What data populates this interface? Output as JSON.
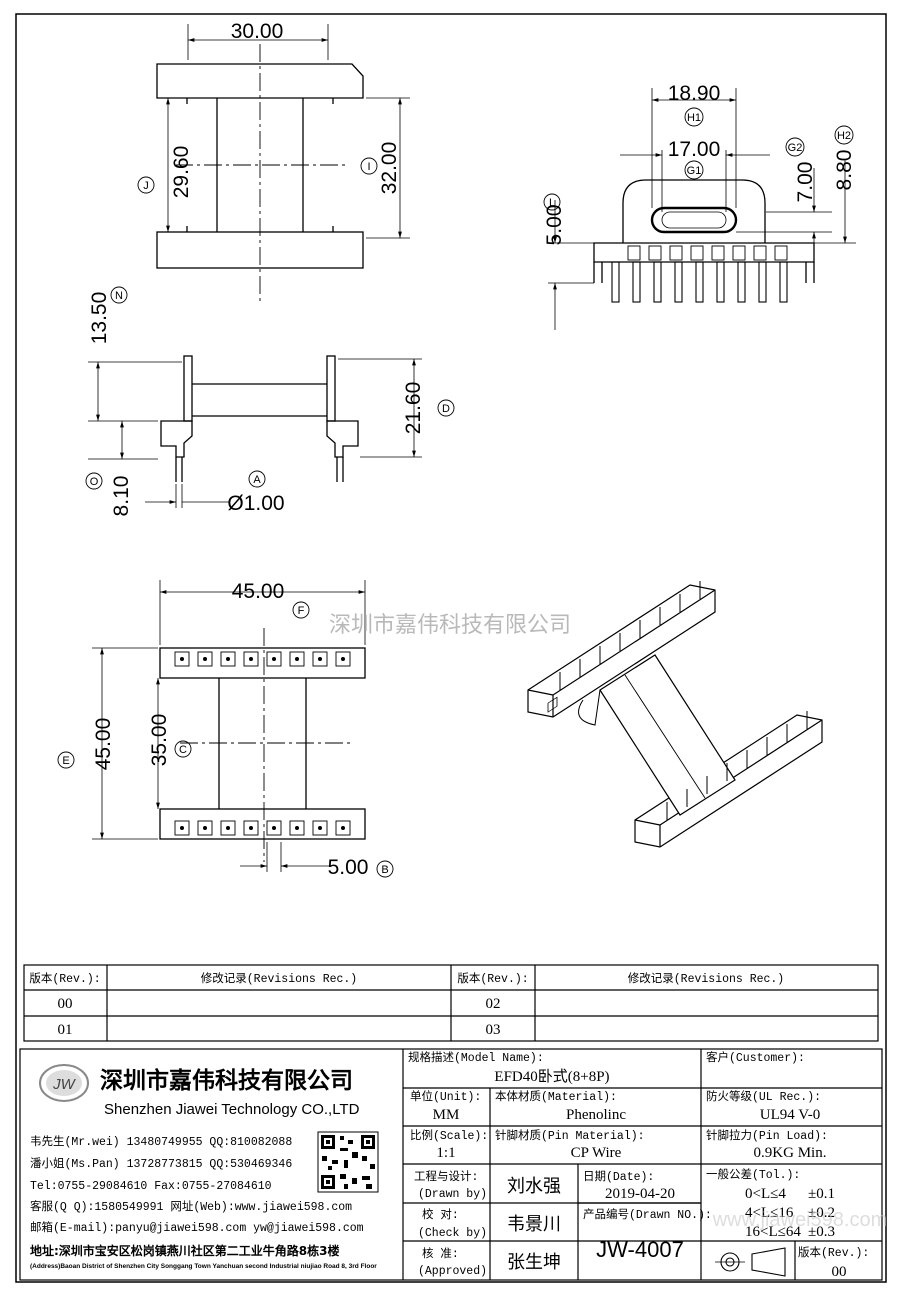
{
  "views": {
    "top": {
      "width": "30.00",
      "inner_height": "29.60",
      "outer_height": "32.00",
      "label_inner": "J",
      "label_outer": "I"
    },
    "side": {
      "height_top": "13.50",
      "label_top": "N",
      "height_total": "21.60",
      "label_total": "D",
      "pin_height": "8.10",
      "label_pin": "O",
      "pin_dia": "Ø1.00",
      "label_pin_dia": "A"
    },
    "end": {
      "outer_width": "18.90",
      "label_outer": "H1",
      "inner_width": "17.00",
      "label_inner": "G1",
      "inner_height": "7.00",
      "label_inner_h": "G2",
      "outer_height": "8.80",
      "label_outer_h": "H2",
      "base_height": "5.00",
      "label_base": "L"
    },
    "bottom": {
      "width": "45.00",
      "label_width": "F",
      "height": "45.00",
      "label_height": "E",
      "inner_height": "35.00",
      "label_inner": "C",
      "pitch": "5.00",
      "label_pitch": "B"
    }
  },
  "watermark": "深圳市嘉伟科技有限公司",
  "revisions": {
    "rev_header": "版本(Rev.):",
    "rec_header": "修改记录(Revisions Rec.)",
    "rows": [
      {
        "left": "00",
        "right": "02"
      },
      {
        "left": "01",
        "right": "03"
      }
    ]
  },
  "company": {
    "logo": "JW",
    "name_cn": "深圳市嘉伟科技有限公司",
    "name_en": "Shenzhen Jiawei Technology CO.,LTD",
    "contacts": [
      "韦先生(Mr.wei) 13480749955 QQ:810082088",
      "潘小姐(Ms.Pan) 13728773815 QQ:530469346",
      "Tel:0755-29084610    Fax:0755-27084610",
      "客服(Q Q):1580549991  网址(Web):www.jiawei598.com",
      "邮箱(E-mail):panyu@jiawei598.com  yw@jiawei598.com"
    ],
    "address_cn": "地址:深圳市宝安区松岗镇燕川社区第二工业牛角路8栋3楼",
    "address_en": "(Address)Baoan District of Shenzhen City Songgang Town Yanchuan  second Industrial niujiao Road 8, 3rd Floor"
  },
  "title_block": {
    "model_label": "规格描述(Model Name):",
    "model_value": "EFD40卧式(8+8P)",
    "customer_label": "客户(Customer):",
    "customer_value": "",
    "unit_label": "单位(Unit):",
    "unit_value": "MM",
    "material_label": "本体材质(Material):",
    "material_value": "Phenolinc",
    "ul_label": "防火等级(UL Rec.):",
    "ul_value": "UL94 V-0",
    "scale_label": "比例(Scale):",
    "scale_value": "1:1",
    "pin_material_label": "针脚材质(Pin Material):",
    "pin_material_value": "CP Wire",
    "pin_load_label": "针脚拉力(Pin Load):",
    "pin_load_value": "0.9KG Min.",
    "drawn_label": "工程与设计:",
    "drawn_label_en": "(Drawn by)",
    "drawn_value": "刘水强",
    "check_label": "校  对:",
    "check_label_en": "(Check by)",
    "check_value": "韦景川",
    "approved_label": "核  准:",
    "approved_label_en": "(Approved)",
    "approved_value": "张生坤",
    "date_label": "日期(Date):",
    "date_value": "2019-04-20",
    "drawing_no_label": "产品编号(Drawn NO.):",
    "drawing_no_value": "JW-4007",
    "tol_label": "一般公差(Tol.):",
    "tol_rows": [
      {
        "range": "0<L≤4",
        "value": "±0.1"
      },
      {
        "range": "4<L≤16",
        "value": "±0.2"
      },
      {
        "range": "16<L≤64",
        "value": "±0.3"
      }
    ],
    "rev_label": "版本(Rev.):",
    "rev_value": "00",
    "footer_watermark": "www.jiawei598.com"
  }
}
